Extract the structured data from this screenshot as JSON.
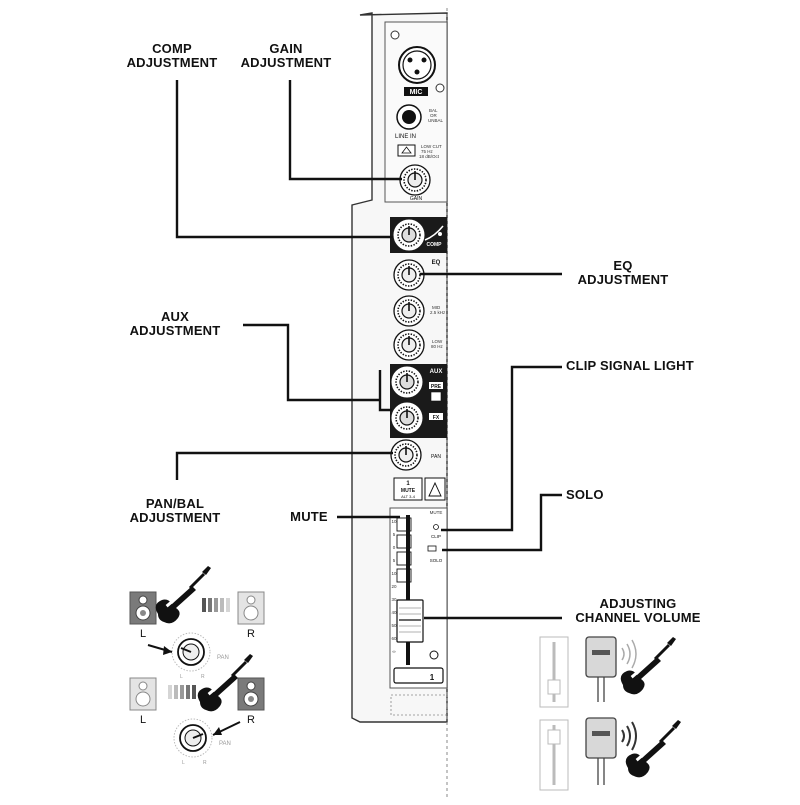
{
  "callouts": {
    "comp": [
      "COMP",
      "ADJUSTMENT"
    ],
    "gain": [
      "GAIN",
      "ADJUSTMENT"
    ],
    "eq": [
      "EQ",
      "ADJUSTMENT"
    ],
    "aux": [
      "AUX",
      "ADJUSTMENT"
    ],
    "clip": [
      "CLIP SIGNAL LIGHT"
    ],
    "solo": [
      "SOLO"
    ],
    "pan": [
      "PAN/BAL",
      "ADJUSTMENT"
    ],
    "mute": [
      "MUTE"
    ],
    "volume": [
      "ADJUSTING",
      "CHANNEL VOLUME"
    ]
  },
  "strip": {
    "mic": "MIC",
    "line_in": "LINE IN",
    "bal": [
      "BAL",
      "OR",
      "UNBAL"
    ],
    "low_cut": [
      "LOW CUT",
      "75 Hz",
      "18 dB/Oct"
    ],
    "gain": "GAIN",
    "comp": "COMP",
    "eq": "EQ",
    "mid": [
      "MID",
      "2.5 kHz"
    ],
    "low": [
      "LOW",
      "80 Hz"
    ],
    "aux": "AUX",
    "pre": "PRE",
    "fx": "FX",
    "pan": "PAN",
    "channel_number": "1",
    "mute_button": [
      "1",
      "MUTE",
      "ALT 3-4"
    ],
    "mute": "MUTE",
    "clip": "CLIP",
    "solo": "SOLO",
    "fader_scale": [
      "10",
      "5",
      "0",
      "5",
      "10",
      "20",
      "30",
      "40",
      "50",
      "60",
      "∞"
    ],
    "channel_label": "1"
  },
  "pan_demo": {
    "left": "L",
    "right": "R",
    "pan": "PAN",
    "knob_l": "L",
    "knob_r": "R"
  },
  "colors": {
    "ink": "#111111",
    "panel": "#f2f2f2",
    "dark": "#1a1a1a",
    "speaker_dark": "#7a7a7a",
    "speaker_light": "#d8d8d8"
  }
}
